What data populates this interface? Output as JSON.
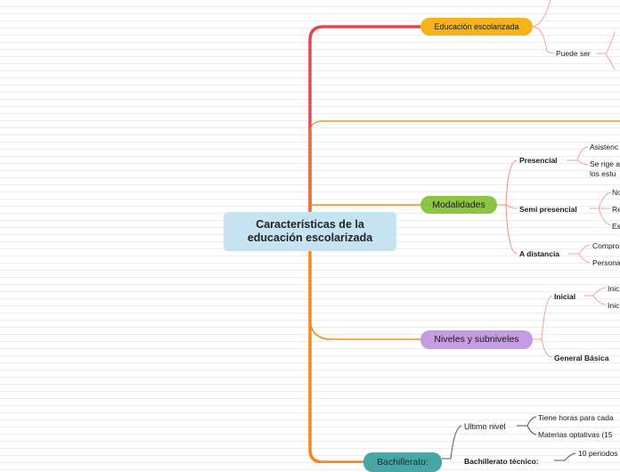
{
  "central": {
    "line1": "Características de la",
    "line2": "educación escolarizada"
  },
  "colors": {
    "red_branch": "#e5484d",
    "orange_branch": "#f38b1c",
    "educacion_pill": "#f8b31b",
    "modalidades_pill": "#8cc641",
    "niveles_pill": "#c59ce1",
    "bachillerato_pill": "#48a6a6",
    "central_fill": "#c5e3f1"
  },
  "branches": {
    "educacion": {
      "label": "Educación escolarizada",
      "puede_ser": "Puede ser"
    },
    "modalidades": {
      "label": "Modalidades",
      "presencial": {
        "label": "Presencial",
        "items": [
          "Asistenc",
          "Se rige a",
          "los estu"
        ]
      },
      "semi_presencial": {
        "label": "Semi presencial",
        "items": [
          "No",
          "Re",
          "Es"
        ]
      },
      "a_distancia": {
        "label": "A distancia",
        "items": [
          "Compro",
          "Persona"
        ]
      }
    },
    "niveles": {
      "label": "Niveles y subniveles",
      "inicial": {
        "label": "Inicial",
        "items": [
          "Inic",
          "Inic"
        ]
      },
      "general_basica": {
        "label": "General Básica"
      }
    },
    "bachillerato": {
      "label": "Bachillerato:",
      "ultimo_nivel": {
        "label": "Ultimo nivel",
        "items": [
          "Tiene horas para cada",
          "Materias optativas (15"
        ]
      },
      "tecnico": {
        "label": "Bachillerato técnico:",
        "items": [
          "10 periodos"
        ]
      }
    }
  }
}
